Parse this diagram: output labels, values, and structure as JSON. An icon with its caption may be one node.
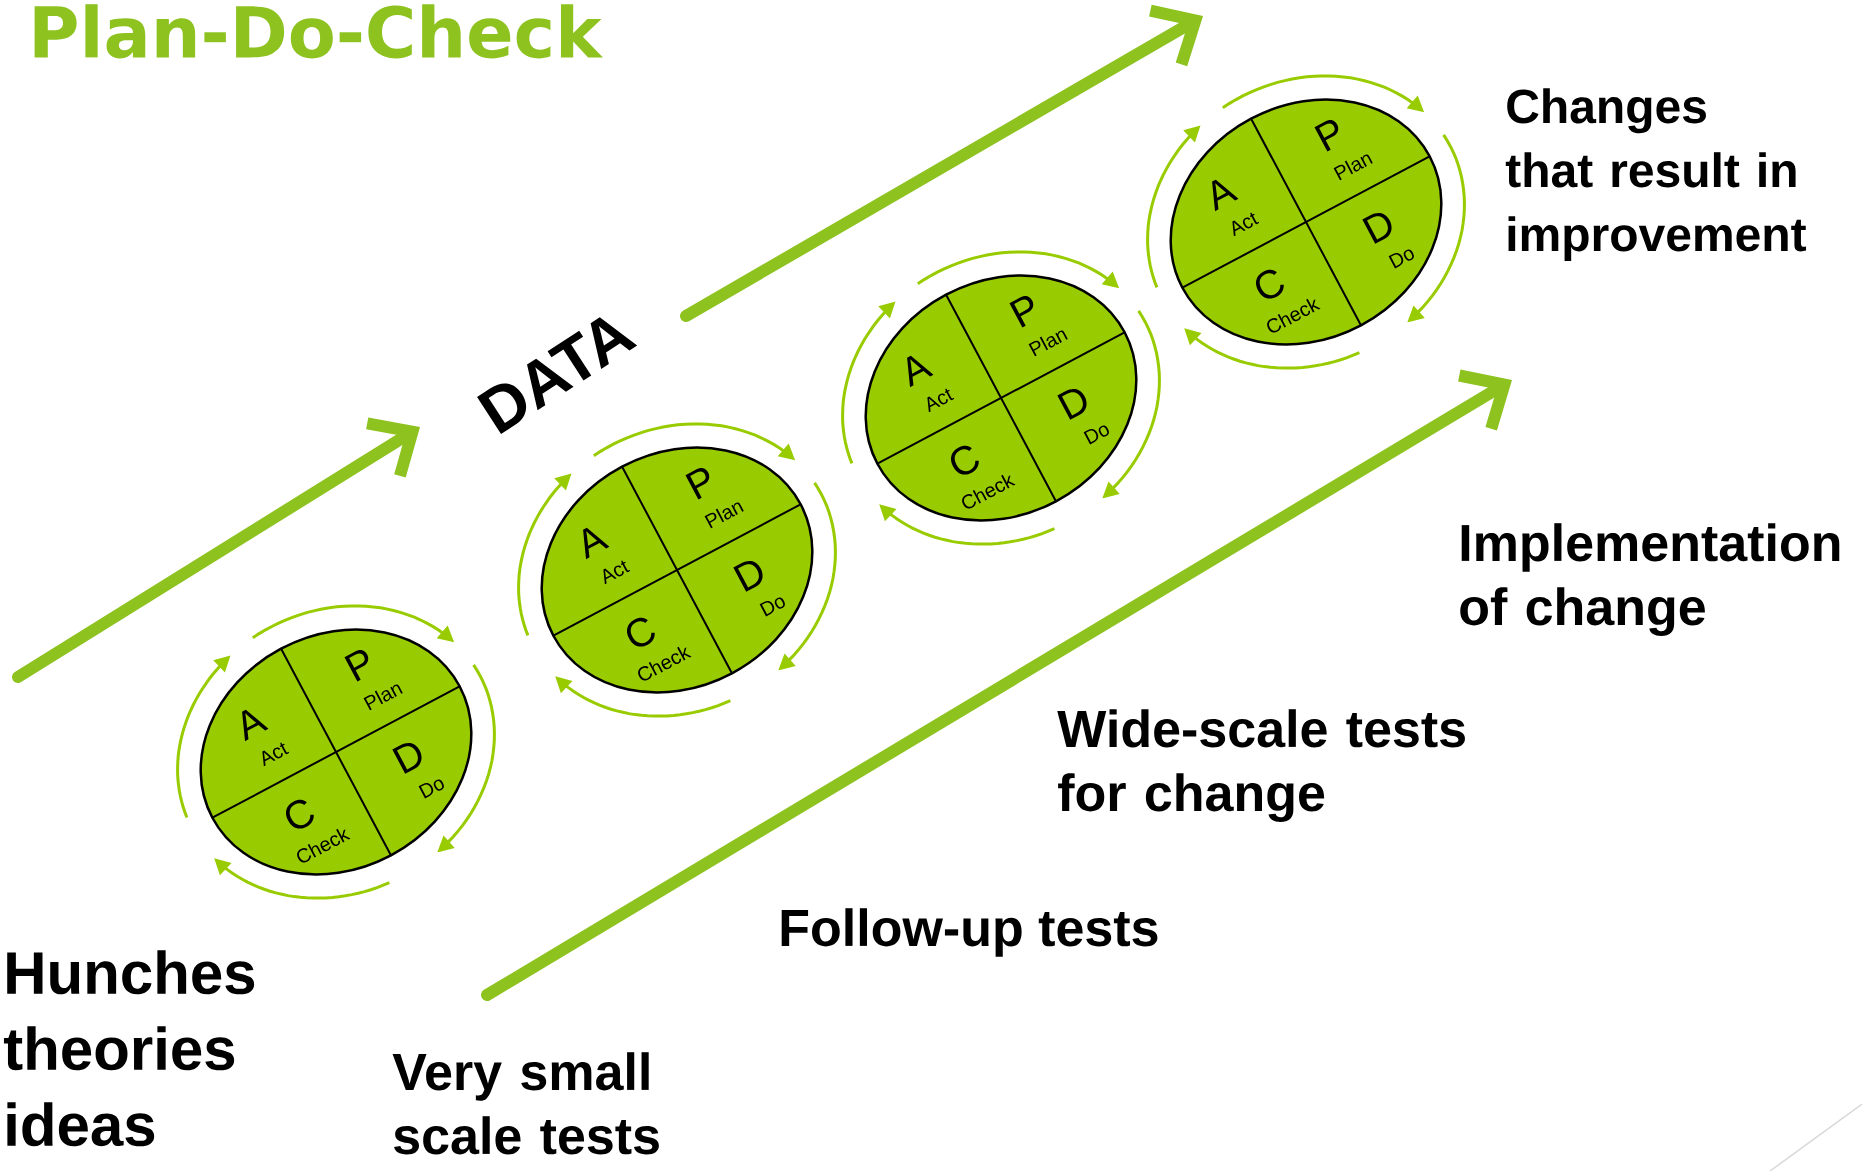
{
  "diagram": {
    "title": "Plan-Do-Check",
    "nodes": [
      {
        "text": [
          "P",
          "Plan",
          "D",
          "Do",
          "C",
          "Check",
          "A",
          "Act"
        ]
      },
      {
        "text": [
          "P",
          "Plan",
          "D",
          "Do",
          "C",
          "Check",
          "A",
          "Act"
        ]
      },
      {
        "text": [
          "P",
          "Plan",
          "D",
          "Do",
          "C",
          "Check",
          "A",
          "Act"
        ]
      },
      {
        "text": [
          "P",
          "Plan",
          "D",
          "Do",
          "C",
          "Check",
          "A",
          "Act"
        ]
      }
    ],
    "labels": [
      "DATA",
      "Changes that result in improvement",
      "Implementation of change",
      "Wide-scale tests for change",
      "Follow-up tests",
      "Hunches theories ideas",
      "Very small scale tests"
    ]
  }
}
